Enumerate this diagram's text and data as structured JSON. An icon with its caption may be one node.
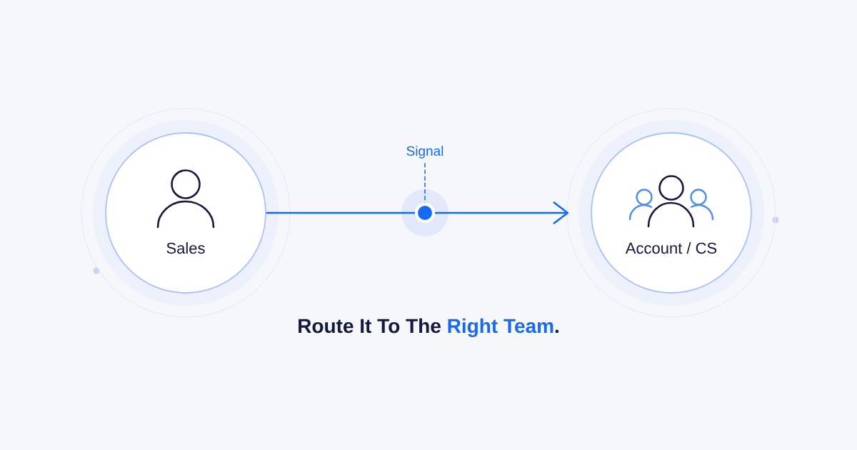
{
  "diagram": {
    "title": "Route It To The **Right Team**.",
    "nodes": [
      {
        "text": [
          "Sales"
        ]
      },
      {
        "text": [
          "Signal"
        ]
      },
      {
        "text": [],
        "shape": "circle"
      },
      {
        "text": [
          "Account / CS"
        ]
      }
    ],
    "edges": [
      {
        "from": 0,
        "to": 2,
        "arrow": "none"
      },
      {
        "from": 2,
        "to": 3,
        "arrow": "to"
      },
      {
        "from": 1,
        "to": 2,
        "arrow": "none",
        "style": "dashed"
      }
    ]
  }
}
